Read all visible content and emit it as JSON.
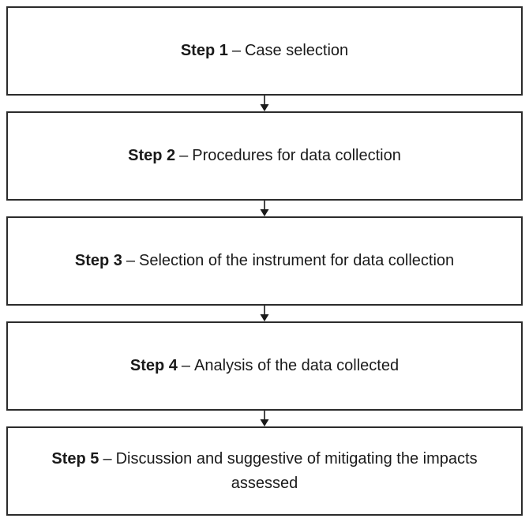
{
  "diagram": {
    "background": "#ffffff",
    "border_color": "#2b2b2b",
    "text_color": "#1a1a1a",
    "arrow_color": "#1a1a1a",
    "separator": "–",
    "steps": [
      {
        "title": "Step 1",
        "description": "Case selection"
      },
      {
        "title": "Step 2",
        "description": "Procedures for data collection"
      },
      {
        "title": "Step 3",
        "description": "Selection of the instrument for data collection"
      },
      {
        "title": "Step 4",
        "description": "Analysis of the data collected"
      },
      {
        "title": "Step 5",
        "description": "Discussion and suggestive of mitigating the impacts assessed"
      }
    ]
  }
}
